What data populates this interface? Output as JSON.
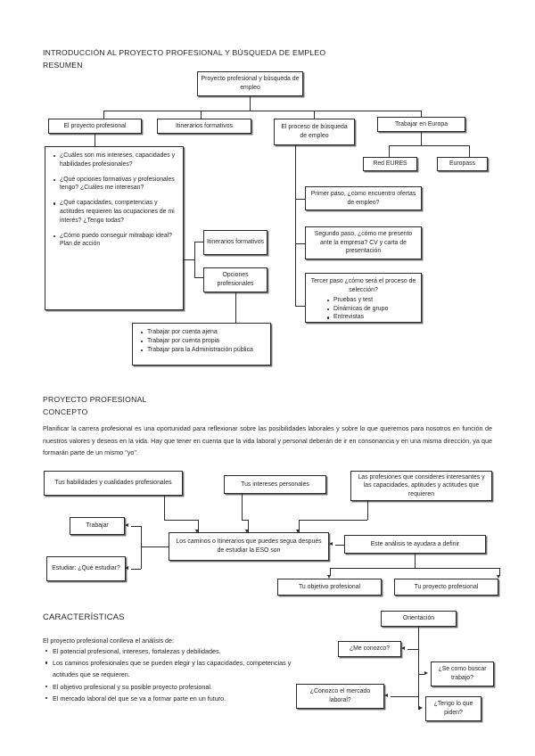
{
  "doc": {
    "section1": {
      "title": "INTRODUCCIÓN AL PROYECTO PROFESIONAL Y BÚSQUEDA DE EMPLEO",
      "subtitle": "RESUMEN"
    },
    "section2": {
      "title": "PROYECTO PROFESIONAL",
      "subtitle": "CONCEPTO",
      "paragraph": "Planificar la carrera profesional es una oportunidad para reflexionar sobre las posibilidades laborales y sobre lo que queremos para nosotros en función de nuestros valores y deseos en la vida. Hay que tener en cuenta que la vida laboral y personal deberán de ir en consonancia y en una misma dirección, ya que formarán parte de un mismo \"yo\"."
    },
    "section3": {
      "title": "CARACTERÍSTICAS",
      "lead": "El proyecto profesional conlleva el análisis de:",
      "bullets": [
        "El potencial profesional, intereses, fortalezas y debilidades.",
        "Los caminos profesionales que se pueden elegir y las capacidades, competencias y actitudes que se requieren.",
        "El objetivo profesional y su posible proyecto profesional.",
        "El mercado laboral del que se va a formar parte en un futuro."
      ]
    }
  },
  "diagram1": {
    "root": "Proyecto profesional y búsqueda de empleo",
    "branch_proyecto": "El proyecto profesional",
    "branch_itinerarios": "Itinerarios formativos",
    "branch_proceso": "El proceso de búsqueda de empleo",
    "branch_europa": "Trabajar en Europa",
    "europa_children": [
      "Red EURES",
      "Europass"
    ],
    "proyecto_questions": [
      "¿Cuáles son mis intereses, capacidades y habilidades profesionales?",
      "¿Qué opciones formativas y profesionales tengo? ¿Cuáles me interesan?",
      "¿Qué capacidades, competencias y actitudes requieren las ocupaciones de mi interés? ¿Tengo todas?",
      "¿Cómo puedo conseguir mitrabajo ideal? Plan de acción"
    ],
    "mid_itinerarios": "Itinerarios formativos",
    "mid_opciones": "Opciones profesionales",
    "opciones_list": [
      "Trabajar por cuenta ajena",
      "Trabajar por cuenta propia",
      "Trabajar para la Administración pública"
    ],
    "paso1": "Primer paso, ¿como encuentro ofertas de empleo?",
    "paso2": "Segundo paso, ¿cómo me presento ante la empresa? CV y carta de presentación",
    "paso3_title": "Tercer paso ¿cómo será el proceso de selección?",
    "paso3_list": [
      "Pruebas y test",
      "Dinámicas de grupo",
      "Entrevistas"
    ]
  },
  "diagram2": {
    "habilidades": "Tus habilidades y cualidades profesionales",
    "intereses": "Tus intereses personales",
    "profesiones": "Las profesiones que consideres interesantes y las capacidades, aptitudes y actitudes que requieren",
    "trabajar": "Trabajar",
    "estudiar": "Estudiar: ¿Qué estudiar?",
    "caminos": "Los caminos o Itinerarios que puedes segua después de estudiar la ESO son",
    "analisis": "Este análisis te ayudara a definir",
    "objetivo": "Tu objetivo profesional",
    "proyecto": "Tu proyecto profesional"
  },
  "diagram3": {
    "orientacion": "Orientación",
    "me_conozco": "¿Me conozco?",
    "se_buscar": "¿Se como buscar trabajo?",
    "conozco_mercado": "¿Conozco el mercado laboral?",
    "tengo_piden": "¿Tengo lo que piden?"
  }
}
